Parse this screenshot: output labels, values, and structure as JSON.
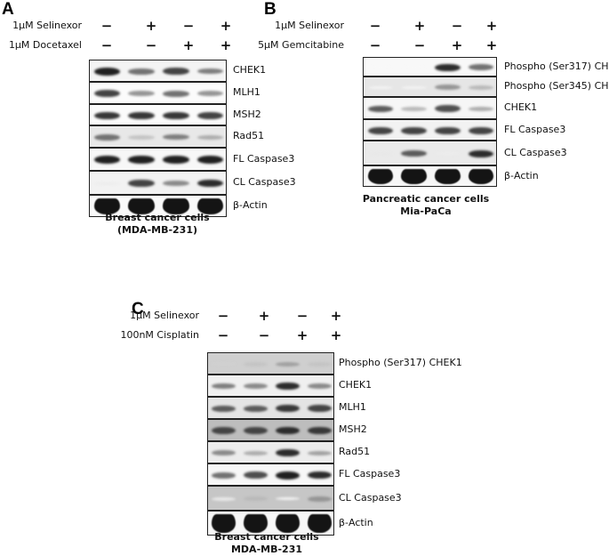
{
  "figure": {
    "panels": [
      {
        "id": "A",
        "letter": "A",
        "treatments": [
          {
            "label": "1μM Selinexor",
            "signs": [
              "−",
              "+",
              "−",
              "+"
            ]
          },
          {
            "label": "1μM Docetaxel",
            "signs": [
              "−",
              "−",
              "+",
              "+"
            ]
          }
        ],
        "blots": [
          {
            "label": "CHEK1",
            "bg": "#f4f4f4",
            "intensity": [
              0.95,
              0.6,
              0.8,
              0.55
            ]
          },
          {
            "label": "MLH1",
            "bg": "#fbfbfb",
            "intensity": [
              0.8,
              0.45,
              0.6,
              0.45
            ]
          },
          {
            "label": "MSH2",
            "bg": "#fbfbfb",
            "intensity": [
              0.85,
              0.85,
              0.85,
              0.8
            ]
          },
          {
            "label": "Rad51",
            "bg": "#e8e8e8",
            "intensity": [
              0.6,
              0.25,
              0.55,
              0.35
            ]
          },
          {
            "label": "FL Caspase3",
            "bg": "#f7f7f7",
            "intensity": [
              0.95,
              0.95,
              0.95,
              0.95
            ]
          },
          {
            "label": "CL Caspase3",
            "bg": "#f2f2f2",
            "intensity": [
              0.08,
              0.8,
              0.5,
              0.9
            ]
          },
          {
            "label": "β-Actin",
            "bg": "#fafafa",
            "intensity": [
              1.0,
              1.0,
              1.0,
              1.0
            ]
          }
        ],
        "caption": [
          "Breast cancer cells",
          "(MDA-MB-231)"
        ]
      },
      {
        "id": "B",
        "letter": "B",
        "treatments": [
          {
            "label": "1μM Selinexor",
            "signs": [
              "−",
              "+",
              "−",
              "+"
            ]
          },
          {
            "label": "5μM Gemcitabine",
            "signs": [
              "−",
              "−",
              "+",
              "+"
            ]
          }
        ],
        "blots": [
          {
            "label": "Phospho (Ser317) CHEK1",
            "bg": "#f8f8f8",
            "intensity": [
              0.03,
              0.03,
              0.9,
              0.6
            ]
          },
          {
            "label": "Phospho (Ser345) CHEK1",
            "bg": "#e6e6e6",
            "intensity": [
              0.05,
              0.05,
              0.45,
              0.3
            ]
          },
          {
            "label": "CHEK1",
            "bg": "#f6f6f6",
            "intensity": [
              0.7,
              0.3,
              0.75,
              0.35
            ]
          },
          {
            "label": "FL Caspase3",
            "bg": "#f2f2f2",
            "intensity": [
              0.8,
              0.8,
              0.8,
              0.8
            ]
          },
          {
            "label": "CL Caspase3",
            "bg": "#eaeaea",
            "intensity": [
              0.1,
              0.7,
              0.08,
              0.9
            ]
          },
          {
            "label": "β-Actin",
            "bg": "#f7f7f7",
            "intensity": [
              1.0,
              1.0,
              1.0,
              1.0
            ]
          }
        ],
        "caption": [
          "Pancreatic cancer cells",
          "Mia-PaCa"
        ]
      },
      {
        "id": "C",
        "letter": "C",
        "treatments": [
          {
            "label": "1μM Selinexor",
            "signs": [
              "−",
              "+",
              "−",
              "+"
            ]
          },
          {
            "label": "100nM Cisplatin",
            "signs": [
              "−",
              "−",
              "+",
              "+"
            ]
          }
        ],
        "blots": [
          {
            "label": "Phospho (Ser317) CHEK1",
            "bg": "#cfcfcf",
            "intensity": [
              0.2,
              0.25,
              0.4,
              0.25
            ]
          },
          {
            "label": "CHEK1",
            "bg": "#f0f0f0",
            "intensity": [
              0.55,
              0.5,
              0.9,
              0.5
            ]
          },
          {
            "label": "MLH1",
            "bg": "#e4e4e4",
            "intensity": [
              0.7,
              0.7,
              0.85,
              0.8
            ]
          },
          {
            "label": "MSH2",
            "bg": "#bdbdbd",
            "intensity": [
              0.8,
              0.8,
              0.9,
              0.85
            ]
          },
          {
            "label": "Rad51",
            "bg": "#ececec",
            "intensity": [
              0.5,
              0.35,
              0.9,
              0.4
            ]
          },
          {
            "label": "FL Caspase3",
            "bg": "#f7f7f7",
            "intensity": [
              0.6,
              0.75,
              0.95,
              0.9
            ]
          },
          {
            "label": "CL Caspase3",
            "bg": "#c6c6c6",
            "intensity": [
              0.1,
              0.3,
              0.05,
              0.45
            ]
          },
          {
            "label": "β-Actin",
            "bg": "#f7f7f7",
            "intensity": [
              1.0,
              1.0,
              1.0,
              1.0
            ]
          }
        ],
        "caption": [
          "Breast cancer cells",
          "MDA-MB-231"
        ]
      }
    ]
  }
}
